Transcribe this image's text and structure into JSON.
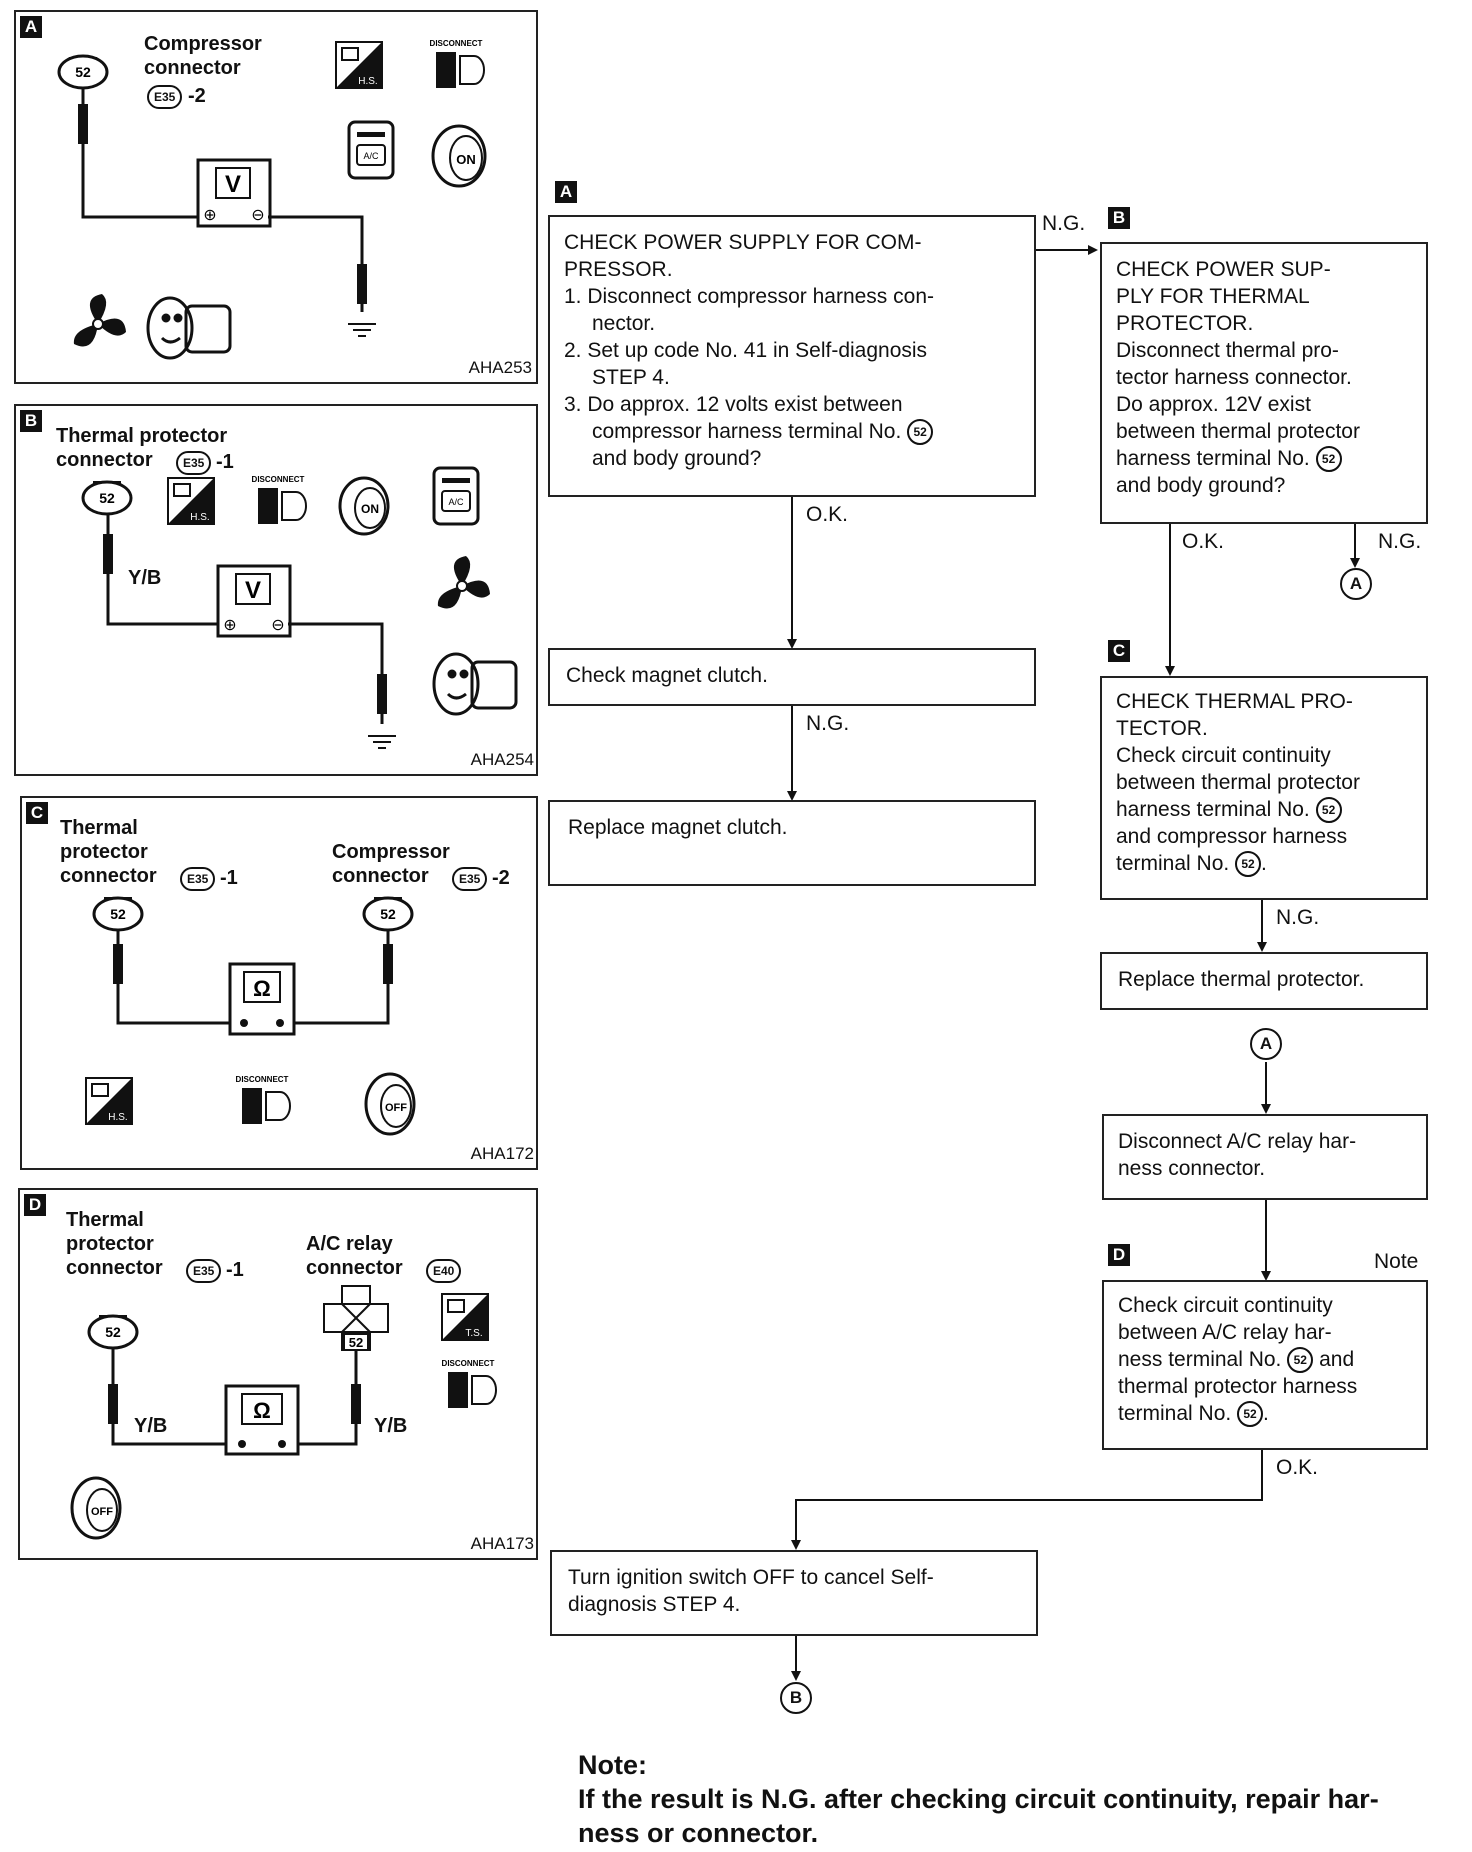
{
  "panels": {
    "A": {
      "label": "A",
      "line1": "Compressor",
      "line2": "connector",
      "conn": "E35",
      "conn_suffix": "-2",
      "terminal": "52",
      "meter": "V",
      "code": "AHA253"
    },
    "B": {
      "label": "B",
      "line1": "Thermal protector",
      "line2": "connector",
      "conn": "E35",
      "conn_suffix": "-1",
      "terminal": "52",
      "wire": "Y/B",
      "meter": "V",
      "code": "AHA254"
    },
    "C": {
      "label": "C",
      "left_line1": "Thermal",
      "left_line2": "protector",
      "left_line3": "connector",
      "left_conn": "E35",
      "left_suffix": "-1",
      "right_line1": "Compressor",
      "right_line2": "connector",
      "right_conn": "E35",
      "right_suffix": "-2",
      "terminal": "52",
      "meter": "Ω",
      "code": "AHA172"
    },
    "D": {
      "label": "D",
      "left_line1": "Thermal",
      "left_line2": "protector",
      "left_line3": "connector",
      "left_conn": "E35",
      "left_suffix": "-1",
      "right_line1": "A/C relay",
      "right_line2": "connector",
      "right_conn": "E40",
      "terminal": "52",
      "wire_left": "Y/B",
      "wire_right": "Y/B",
      "meter": "Ω",
      "code": "AHA173"
    }
  },
  "icons": {
    "hs": "H.S.",
    "ts": "T.S.",
    "disconnect": "DISCONNECT",
    "ac": "A/C",
    "on": "ON",
    "off": "OFF"
  },
  "flow": {
    "A": {
      "label": "A",
      "title1": "CHECK POWER SUPPLY FOR COM-",
      "title2": "PRESSOR.",
      "s1a": "1. Disconnect compressor harness con-",
      "s1b": "nector.",
      "s2a": "2. Set up code No. 41 in Self-diagnosis",
      "s2b": "STEP 4.",
      "s3a": "3. Do approx. 12 volts exist between",
      "s3b": "compressor harness terminal No.",
      "s3c": "and body ground?",
      "terminal": "52"
    },
    "B": {
      "label": "B",
      "l1": "CHECK POWER SUP-",
      "l2": "PLY FOR THERMAL",
      "l3": "PROTECTOR.",
      "l4": "Disconnect thermal pro-",
      "l5": "tector harness connector.",
      "l6": "Do approx. 12V exist",
      "l7": "between thermal protector",
      "l8": "harness terminal No.",
      "l9": "and body ground?",
      "terminal": "52"
    },
    "C": {
      "label": "C",
      "l1": "CHECK THERMAL PRO-",
      "l2": "TECTOR.",
      "l3": "Check circuit continuity",
      "l4": "between thermal protector",
      "l5": "harness terminal No.",
      "l6": "and compressor harness",
      "l7": "terminal No.",
      "terminal": "52"
    },
    "D": {
      "label": "D",
      "l1": "Check circuit continuity",
      "l2": "between A/C relay har-",
      "l3a": "ness terminal No.",
      "l3b": "and",
      "l4": "thermal protector harness",
      "l5": "terminal No.",
      "terminal": "52"
    },
    "magnet_check": "Check magnet clutch.",
    "magnet_replace": "Replace magnet clutch.",
    "thermal_replace": "Replace thermal protector.",
    "relay_disconnect1": "Disconnect A/C relay har-",
    "relay_disconnect2": "ness connector.",
    "ignition1": "Turn ignition switch OFF to cancel Self-",
    "ignition2": "diagnosis STEP 4.",
    "ok": "O.K.",
    "ng": "N.G.",
    "note_flag": "Note",
    "connector_A": "A",
    "connector_B": "B"
  },
  "note": {
    "title": "Note:",
    "line1": "If the result is N.G. after checking circuit continuity, repair har-",
    "line2": "ness or connector."
  }
}
